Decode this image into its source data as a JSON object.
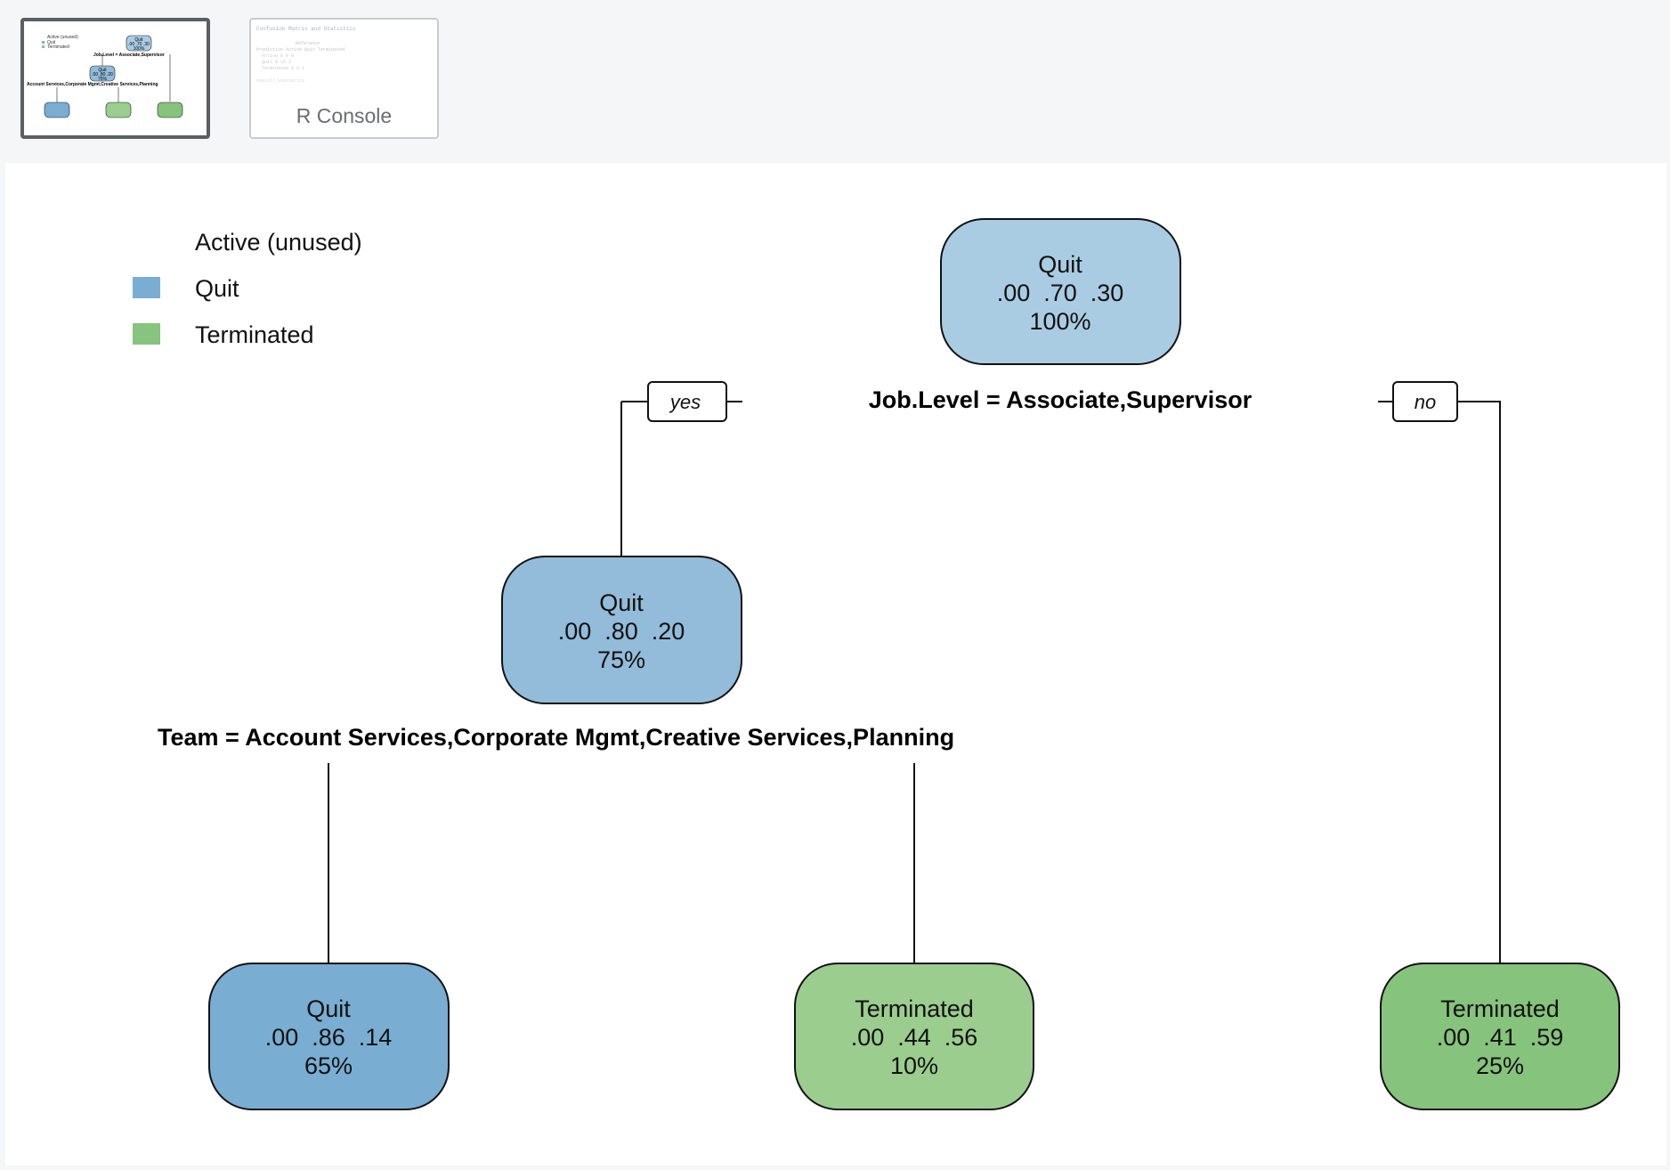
{
  "thumbnails": [
    {
      "label": "",
      "kind": "plot",
      "active": true
    },
    {
      "label": "R Console",
      "kind": "console",
      "active": false,
      "preview_title": "Confusion Matrix and Statistics"
    }
  ],
  "legend": {
    "items": [
      {
        "label": "Active (unused)",
        "color": ""
      },
      {
        "label": "Quit",
        "color": "#7badd3"
      },
      {
        "label": "Terminated",
        "color": "#86c47f"
      }
    ]
  },
  "tree": {
    "root": {
      "class": "Quit",
      "probs": ".00  .70  .30",
      "pct": "100%",
      "color": "#a9cce3"
    },
    "split1": {
      "text": "Job.Level = Associate,Supervisor",
      "yes": "yes",
      "no": "no"
    },
    "mid": {
      "class": "Quit",
      "probs": ".00  .80  .20",
      "pct": "75%",
      "color": "#92bcd9"
    },
    "split2": {
      "text": "Team = Account Services,Corporate Mgmt,Creative Services,Planning"
    },
    "leaf1": {
      "class": "Quit",
      "probs": ".00  .86  .14",
      "pct": "65%",
      "color": "#79add2"
    },
    "leaf2": {
      "class": "Terminated",
      "probs": ".00  .44  .56",
      "pct": "10%",
      "color": "#9bcd8e"
    },
    "leaf3": {
      "class": "Terminated",
      "probs": ".00  .41  .59",
      "pct": "25%",
      "color": "#86c37c"
    }
  }
}
